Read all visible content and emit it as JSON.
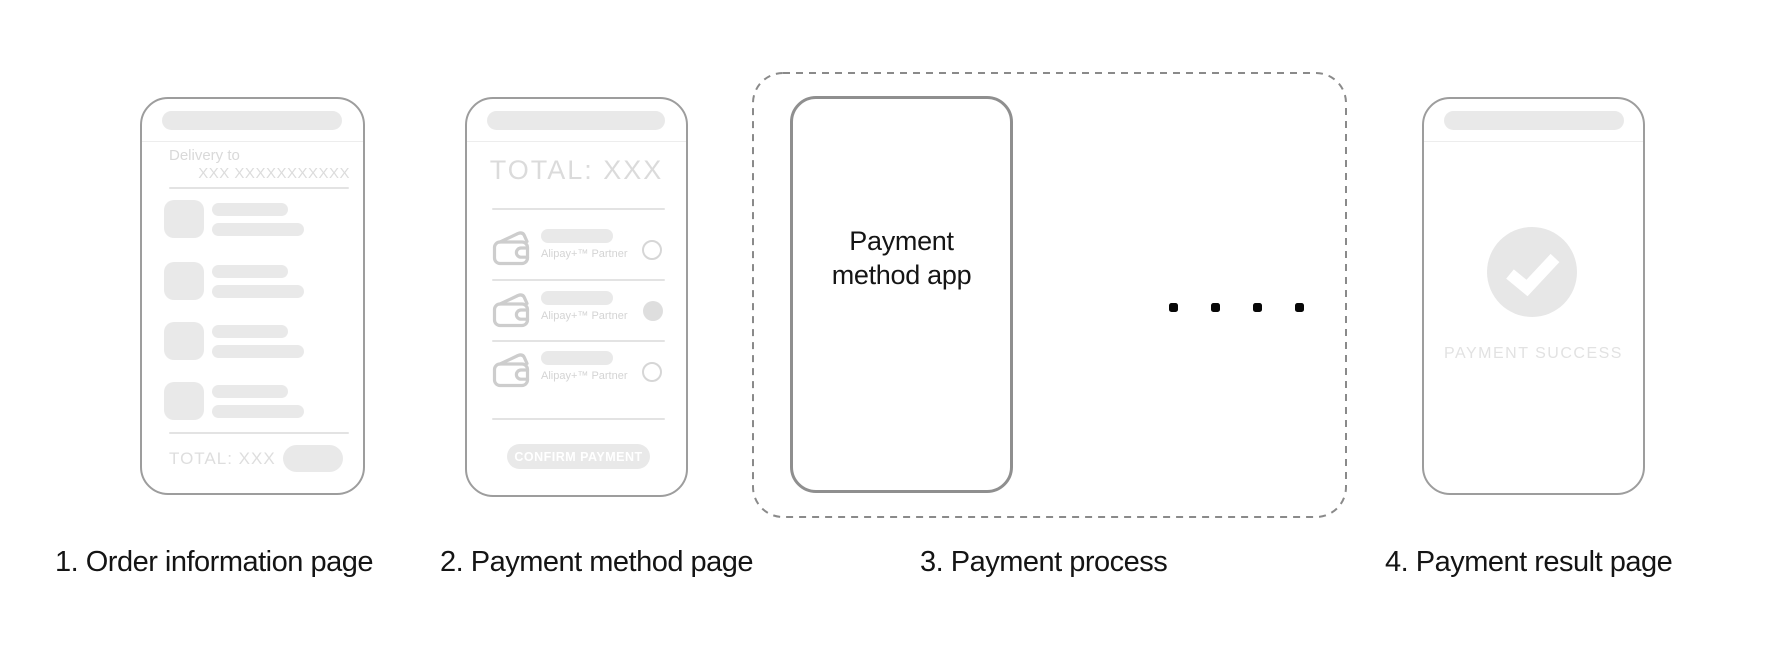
{
  "colors": {
    "phone_border": "#9d9d9d",
    "placeholder_fill": "#e9e9e9",
    "muted_text": "#d9d9d9",
    "icon_stroke": "#cdcdcd",
    "dark_text": "#141414",
    "button_text": "#ffffff",
    "dot_color": "#070707"
  },
  "steps": {
    "step1_caption": "1. Order information page",
    "step2_caption": "2. Payment method page",
    "step3_caption": "3. Payment process",
    "step4_caption": "4. Payment result page"
  },
  "order_page": {
    "delivery_label": "Delivery to",
    "delivery_value": "XXX XXXXXXXXXXX",
    "placeholder_items": 4,
    "total_label": "TOTAL: XXX"
  },
  "payment_method_page": {
    "total_label": "TOTAL: XXX",
    "methods": [
      {
        "partner_label": "Alipay+™ Partner",
        "selected": false
      },
      {
        "partner_label": "Alipay+™ Partner",
        "selected": true
      },
      {
        "partner_label": "Alipay+™ Partner",
        "selected": false
      }
    ],
    "confirm_button_label": "CONFIRM PAYMENT"
  },
  "payment_process": {
    "app_label": "Payment method app",
    "dots_count": 4
  },
  "payment_result": {
    "success_label": "PAYMENT SUCCESS"
  }
}
